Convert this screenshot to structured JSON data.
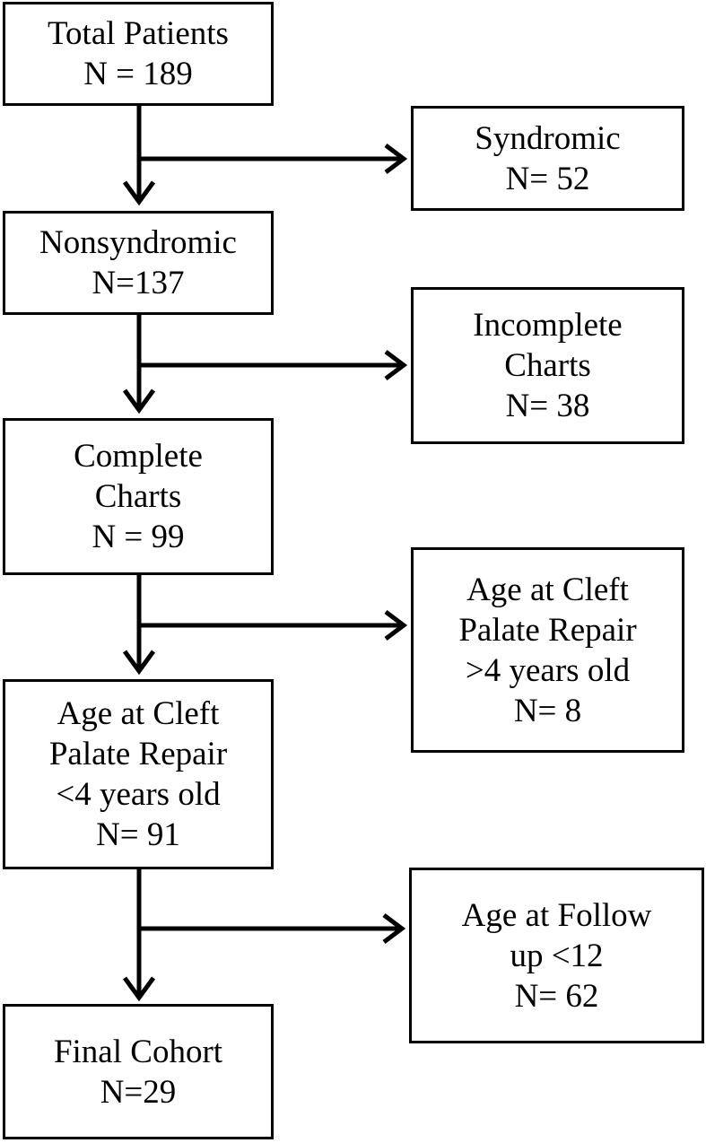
{
  "main_flow": [
    {
      "lines": [
        "Total Patients",
        "N = 189"
      ]
    },
    {
      "lines": [
        "Nonsyndromic",
        "N=137"
      ]
    },
    {
      "lines": [
        "Complete",
        "Charts",
        "N = 99"
      ]
    },
    {
      "lines": [
        "Age at Cleft",
        "Palate Repair",
        "<4 years old",
        "N= 91"
      ]
    },
    {
      "lines": [
        "Final Cohort",
        "N=29"
      ]
    }
  ],
  "exclusions": [
    {
      "lines": [
        "Syndromic",
        "N= 52"
      ]
    },
    {
      "lines": [
        "Incomplete",
        "Charts",
        "N= 38"
      ]
    },
    {
      "lines": [
        "Age at Cleft",
        "Palate Repair",
        ">4 years old",
        "N= 8"
      ]
    },
    {
      "lines": [
        "Age at Follow",
        "up <12",
        "N= 62"
      ]
    }
  ]
}
